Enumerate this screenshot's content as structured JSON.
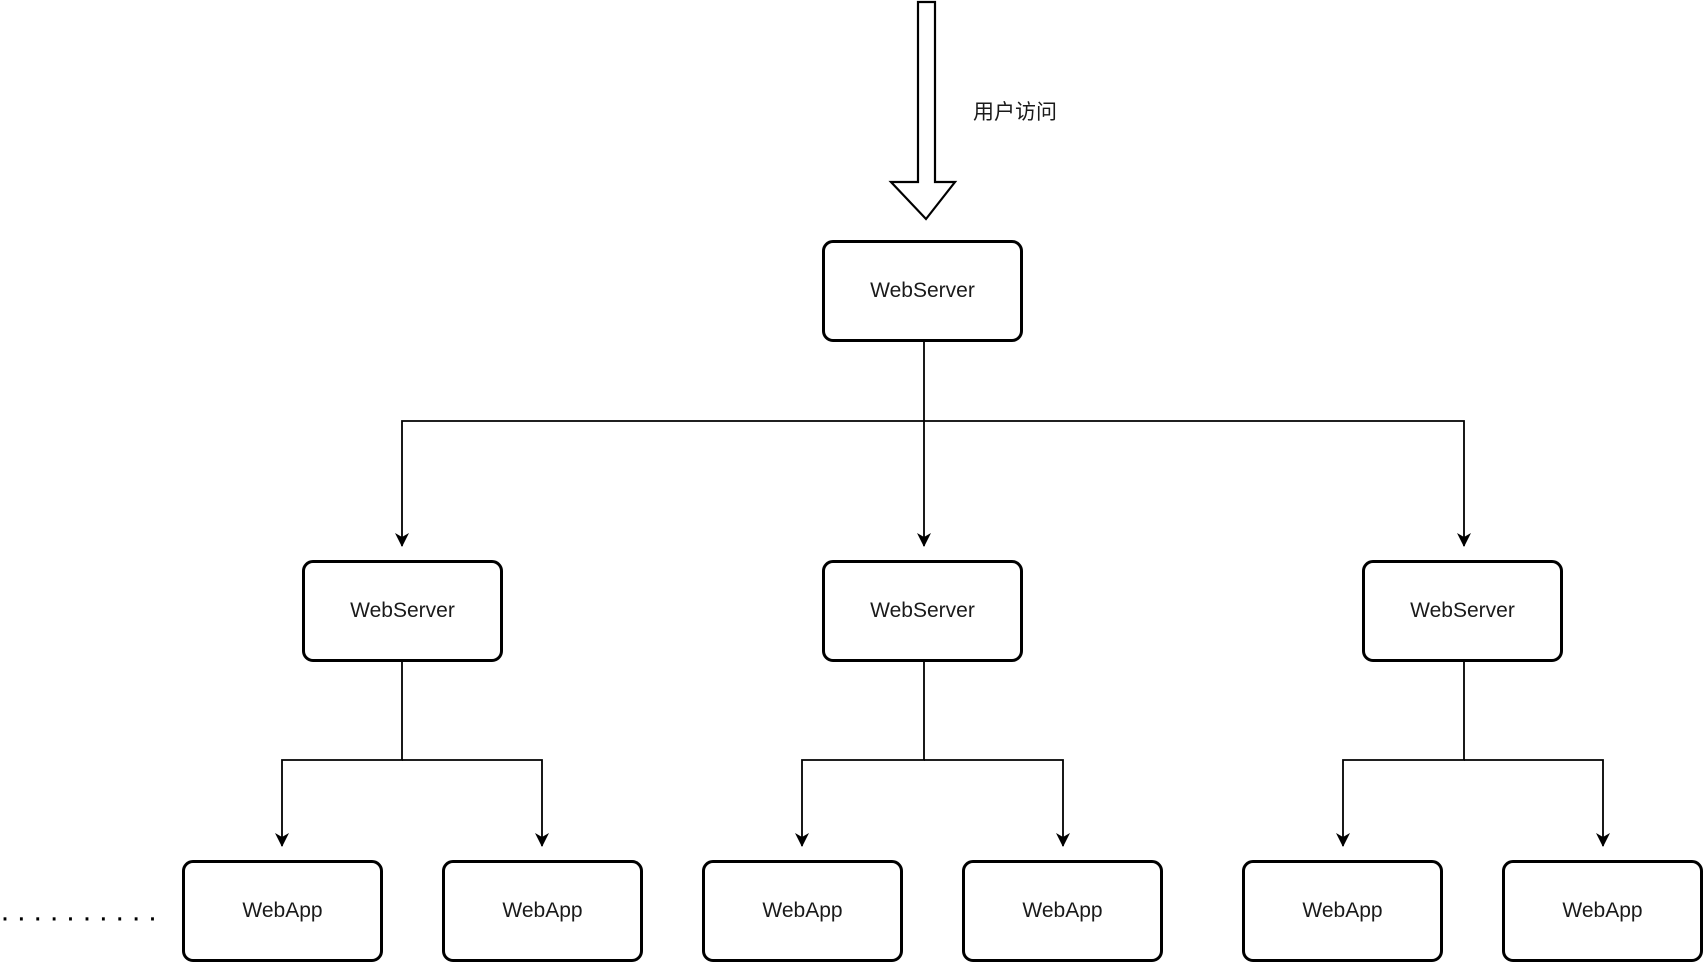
{
  "diagram": {
    "access_label": "用户访问",
    "ellipsis": "··········",
    "root": {
      "label": "WebServer"
    },
    "servers": [
      {
        "label": "WebServer",
        "apps": [
          {
            "label": "WebApp"
          },
          {
            "label": "WebApp"
          }
        ]
      },
      {
        "label": "WebServer",
        "apps": [
          {
            "label": "WebApp"
          },
          {
            "label": "WebApp"
          }
        ]
      },
      {
        "label": "WebServer",
        "apps": [
          {
            "label": "WebApp"
          },
          {
            "label": "WebApp"
          }
        ]
      }
    ]
  }
}
